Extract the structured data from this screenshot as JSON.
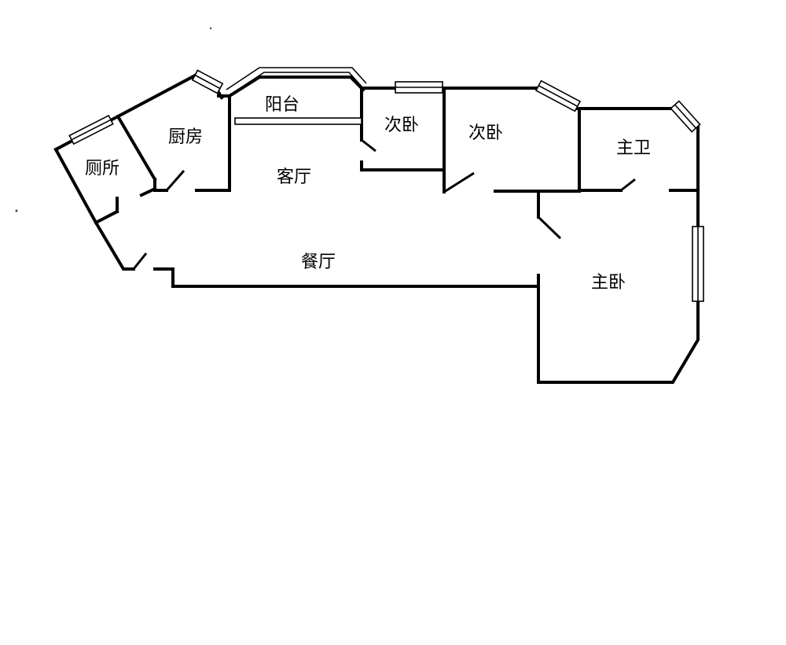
{
  "rooms": {
    "toilet": "厕所",
    "kitchen": "厨房",
    "balcony": "阳台",
    "living_room": "客厅",
    "second_bedroom_1": "次卧",
    "second_bedroom_2": "次卧",
    "master_bath": "主卫",
    "dining_room": "餐厅",
    "master_bedroom": "主卧"
  }
}
